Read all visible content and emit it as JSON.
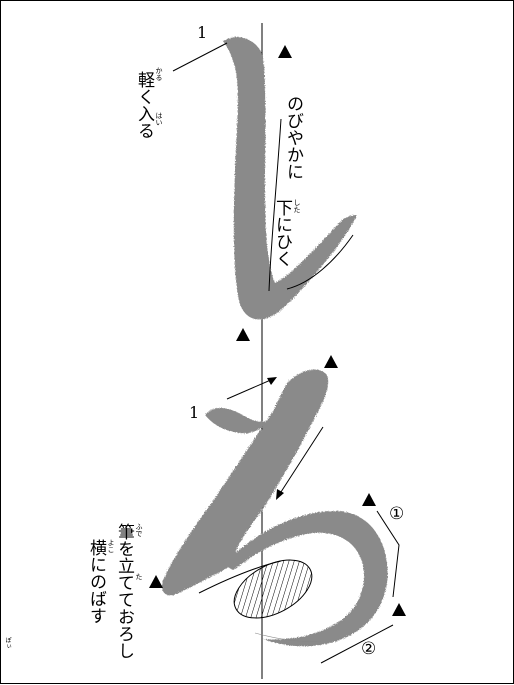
{
  "annotations": {
    "light_entry": "軽く入る",
    "light_entry_ruby_1": "かる",
    "light_entry_ruby_2": "はい",
    "smooth": "のびやかに",
    "pull_down": "下にひく",
    "pull_down_ruby": "した",
    "brush_upright": "筆を立てておろし",
    "brush_ruby": "ふで",
    "tate_ruby": "た",
    "horizontal": "横にのばす",
    "horizontal_ruby": "よこ"
  },
  "stroke_numbers": {
    "first_char": "1",
    "second_char": "1"
  },
  "stroke_parts": {
    "part1": "①",
    "part2": "②"
  },
  "edge_mark": "ぽぃ",
  "colors": {
    "ink": "#8a8a8a",
    "line": "#000000",
    "background": "#ffffff"
  }
}
